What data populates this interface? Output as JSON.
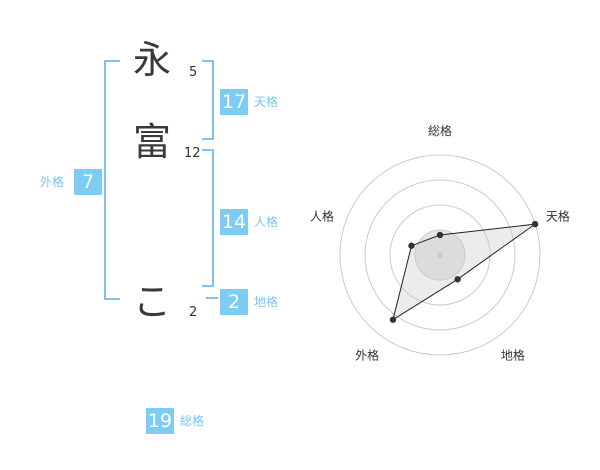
{
  "name": {
    "chars": [
      {
        "char": "永",
        "strokes": "5"
      },
      {
        "char": "富",
        "strokes": "12"
      },
      {
        "char": "こ",
        "strokes": "2"
      }
    ]
  },
  "kakusu": {
    "tenkaku": {
      "value": "17",
      "label": "天格"
    },
    "jinkaku": {
      "value": "14",
      "label": "人格"
    },
    "chikaku": {
      "value": "2",
      "label": "地格"
    },
    "gaikaku": {
      "value": "7",
      "label": "外格"
    },
    "soukaku": {
      "value": "19",
      "label": "総格"
    }
  },
  "colors": {
    "accent": "#7ecbf3",
    "bracket": "#7fc3ee",
    "grid": "#cccccc",
    "fill": "#e6e6e6",
    "point": "#333333"
  },
  "chart_data": {
    "type": "radar",
    "title": "",
    "categories": [
      "総格",
      "天格",
      "地格",
      "外格",
      "人格"
    ],
    "values": [
      1,
      5,
      1.5,
      4,
      1.5
    ],
    "rmax": 5,
    "rings": 4,
    "grid": true
  }
}
